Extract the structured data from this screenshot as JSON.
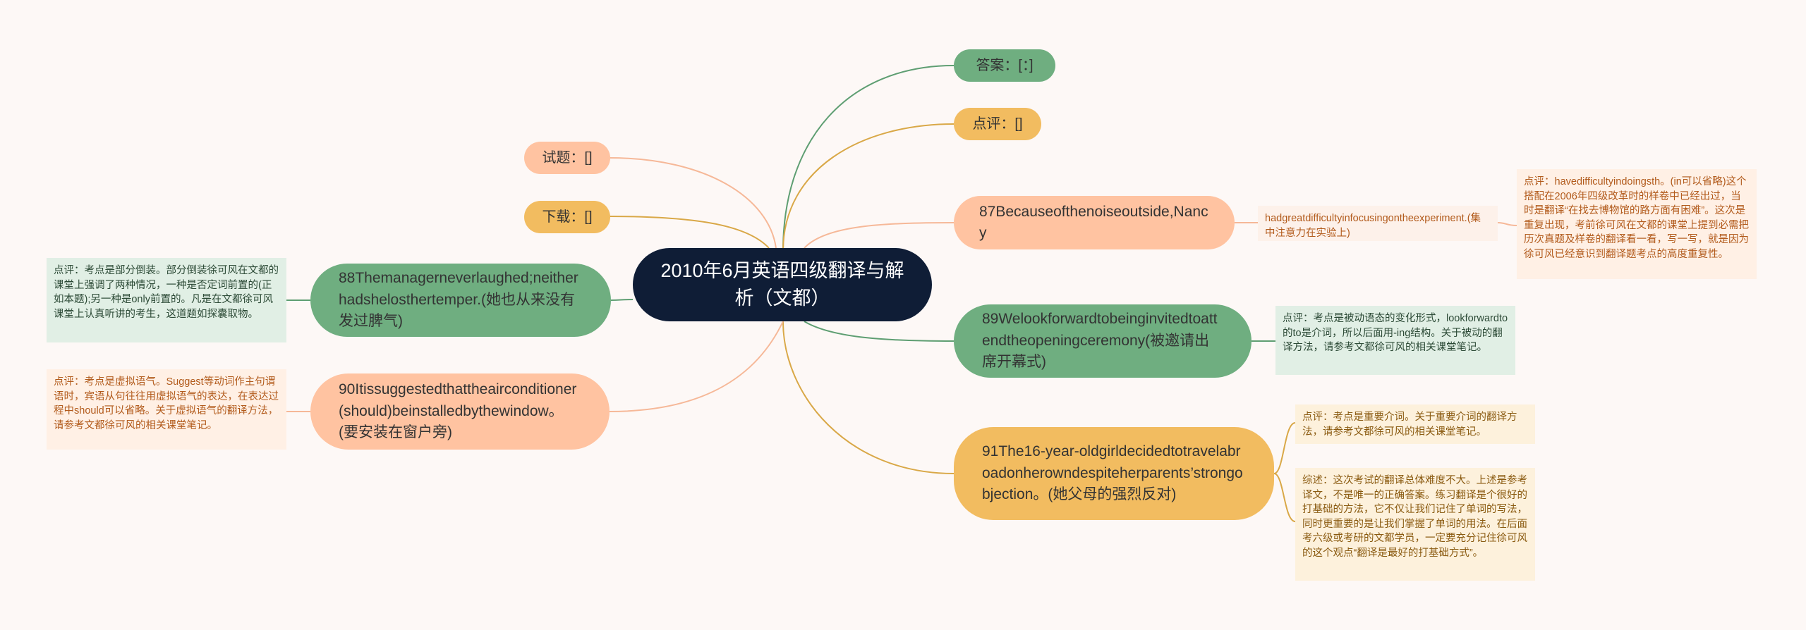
{
  "center": {
    "title": "2010年6月英语四级翻译与解析（文都）"
  },
  "left": {
    "shiti": "试题：[]",
    "xiazai": "下载：[]",
    "q88": "88Themanagerneverlaughed;neitherhadshelosthertemper.(她也从来没有发过脾气)",
    "q88_note": "点评：考点是部分倒装。部分倒装徐可风在文都的课堂上强调了两种情况，一种是否定词前置的(正如本题);另一种是only前置的。凡是在文都徐可风课堂上认真听讲的考生，这道题如探囊取物。",
    "q90": "90Itissuggestedthattheairconditioner(should)beinstalledbythewindow。(要安装在窗户旁)",
    "q90_note": "点评：考点是虚拟语气。Suggest等动词作主句谓语时，宾语从句往往用虚拟语气的表达，在表达过程中should可以省略。关于虚拟语气的翻译方法，请参考文都徐可风的相关课堂笔记。"
  },
  "right": {
    "daan": "答案：[：]",
    "dianping": "点评：[]",
    "q87": "87Becauseofthenoiseoutside,Nancy",
    "q87_answer": "hadgreatdifficultyinfocusingontheexperiment.(集中注意力在实验上)",
    "q87_note": "点评：havedifficultyindoingsth。(in可以省略)这个搭配在2006年四级改革时的样卷中已经出过，当时是翻译“在找去博物馆的路方面有困难”。这次是重复出现，考前徐可风在文都的课堂上提到必需把历次真题及样卷的翻译看一看，写一写，就是因为徐可风已经意识到翻译题考点的高度重复性。",
    "q89": "89Welookforwardtobeinginvitedtoattendtheopeningceremony(被邀请出席开幕式)",
    "q89_note": "点评：考点是被动语态的变化形式，lookforwardto的to是介词，所以后面用-ing结构。关于被动的翻译方法，请参考文都徐可风的相关课堂笔记。",
    "q91": "91The16-year-oldgirldecidedtotravelabroadonherowndespiteherparents’strongobjection。(她父母的强烈反对)",
    "q91_note1": "点评：考点是重要介词。关于重要介词的翻译方法，请参考文都徐可风的相关课堂笔记。",
    "q91_note2": "综述：这次考试的翻译总体难度不大。上述是参考译文，不是唯一的正确答案。练习翻译是个很好的打基础的方法，它不仅让我们记住了单词的写法，同时更重要的是让我们掌握了单词的用法。在后面考六级或考研的文都学员，一定要充分记住徐可风的这个观点“翻译是最好的打基础方式”。"
  },
  "colors": {
    "center": "#0f1d36",
    "peach": "#ffc3a1",
    "gold": "#f2bc60",
    "green": "#6fae80",
    "line_green": "#5e9e72",
    "line_gold": "#d9a847",
    "line_peach": "#f6b898"
  }
}
